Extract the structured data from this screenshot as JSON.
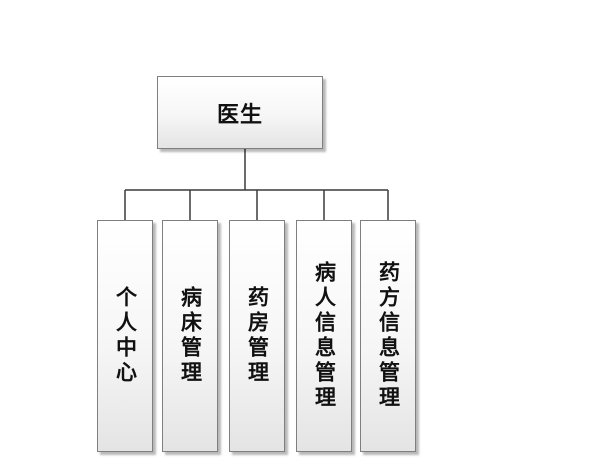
{
  "diagram": {
    "root": {
      "label": "医生"
    },
    "children": [
      {
        "label": "个人中心"
      },
      {
        "label": "病床管理"
      },
      {
        "label": "药房管理"
      },
      {
        "label": "病人信息管理"
      },
      {
        "label": "药方信息管理"
      }
    ],
    "line_color": "#3a3a3a"
  }
}
